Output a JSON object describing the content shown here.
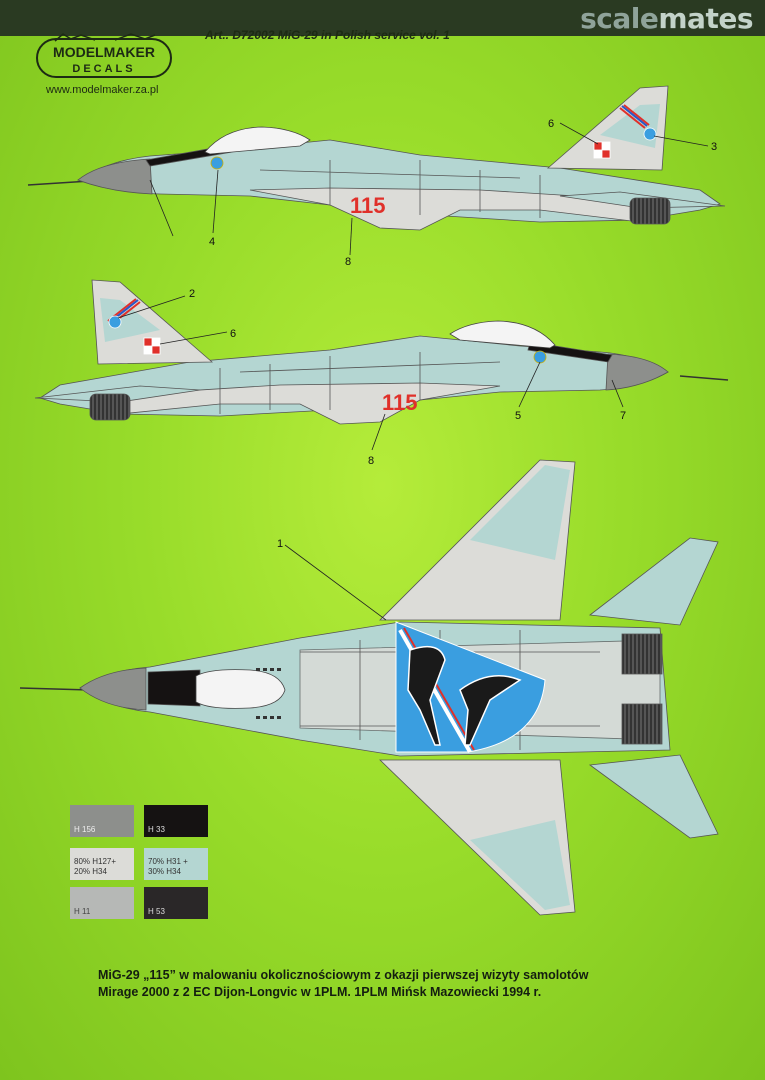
{
  "header": {
    "brand_part1": "scale",
    "brand_part2": "mates",
    "article": "Art.. D72002 MiG-29 in Polish service vol. 1"
  },
  "logo": {
    "line1": "MODELMAKER",
    "line2": "DECALS",
    "url": "www.modelmaker.za.pl"
  },
  "aircraft": {
    "code": "115"
  },
  "callouts": [
    "1",
    "2",
    "3",
    "4",
    "5",
    "6",
    "7",
    "8"
  ],
  "swatches": [
    {
      "label": "H 156",
      "color": "#8d8f8c"
    },
    {
      "label": "H 33",
      "color": "#151212"
    },
    {
      "label_lines": [
        "80% H127+",
        "20% H34"
      ],
      "color": "#dcdcd8"
    },
    {
      "label_lines": [
        "70% H31 +",
        "30% H34"
      ],
      "color": "#b4d6d2"
    },
    {
      "label": "H 11",
      "color": "#b6b8b6"
    },
    {
      "label": "H 53",
      "color": "#2a2728"
    }
  ],
  "caption": {
    "line1": "MiG-29 „115” w malowaniu okolicznościowym z okazji pierwszej wizyty samolotów",
    "line2": "Mirage 2000 z 2 EC Dijon-Longvic w 1PLM. 1PLM Mińsk Mazowiecki 1994 r."
  },
  "colors": {
    "background": "#a6e234",
    "camo_light": "#dcdcd8",
    "camo_blue": "#b4d6d2",
    "marking_red": "#e0302a",
    "emblem_blue": "#3a9ee0"
  }
}
